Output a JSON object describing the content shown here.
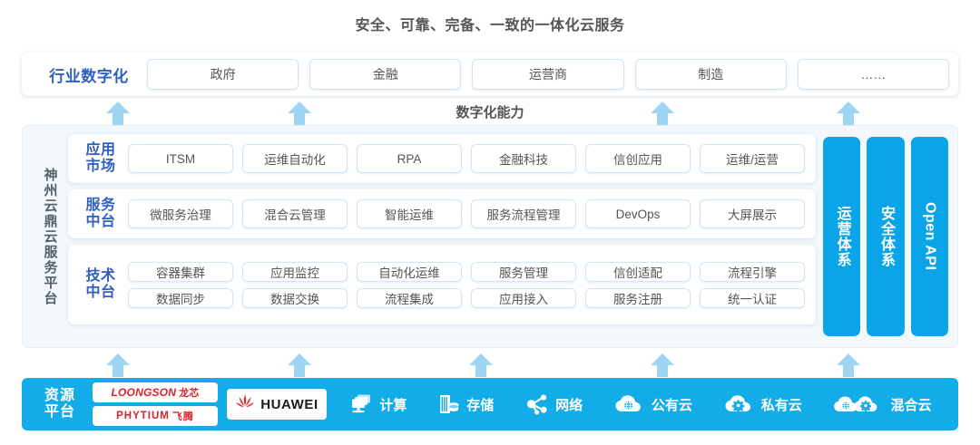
{
  "title": "安全、可靠、完备、一致的一体化云服务",
  "capability_label": "数字化能力",
  "industry": {
    "label": "行业数字化",
    "items": [
      {
        "label": "政府"
      },
      {
        "label": "金融"
      },
      {
        "label": "运营商"
      },
      {
        "label": "制造"
      },
      {
        "label": "……"
      }
    ]
  },
  "platform": {
    "vertical_label": "神州云鼎云服务平台",
    "layers": [
      {
        "title": "应用市场",
        "title_line1": "应用",
        "title_line2": "市场",
        "rows": [
          [
            "ITSM",
            "运维自动化",
            "RPA",
            "金融科技",
            "信创应用",
            "运维/运营"
          ]
        ]
      },
      {
        "title": "服务中台",
        "title_line1": "服务",
        "title_line2": "中台",
        "rows": [
          [
            "微服务治理",
            "混合云管理",
            "智能运维",
            "服务流程管理",
            "DevOps",
            "大屏展示"
          ]
        ]
      },
      {
        "title": "技术中台",
        "title_line1": "技术",
        "title_line2": "中台",
        "rows": [
          [
            "容器集群",
            "应用监控",
            "自动化运维",
            "服务管理",
            "信创适配",
            "流程引擎"
          ],
          [
            "数据同步",
            "数据交换",
            "流程集成",
            "应用接入",
            "服务注册",
            "统一认证"
          ]
        ]
      }
    ],
    "side_bars": [
      {
        "label": "运营体系",
        "latin": false
      },
      {
        "label": "安全体系",
        "latin": false
      },
      {
        "label": "Open API",
        "latin": true
      }
    ]
  },
  "resource": {
    "label_line1": "资源",
    "label_line2": "平台",
    "vendor_logos": [
      {
        "name": "loongson",
        "latin": "LOONGSON",
        "cn": "龙芯"
      },
      {
        "name": "phytium",
        "latin": "PHYTIUM",
        "cn": "飞腾"
      }
    ],
    "huawei": {
      "name": "huawei",
      "text": "HUAWEI"
    },
    "items": [
      {
        "label": "计算",
        "icon": "compute-icon"
      },
      {
        "label": "存储",
        "icon": "storage-icon"
      },
      {
        "label": "网络",
        "icon": "network-icon"
      },
      {
        "label": "公有云",
        "icon": "public-cloud-icon"
      },
      {
        "label": "私有云",
        "icon": "private-cloud-icon"
      },
      {
        "label": "混合云",
        "icon": "hybrid-cloud-icon"
      }
    ]
  },
  "arrows": {
    "top_row_x": [
      130,
      330,
      730,
      935
    ],
    "bottom_row_x": [
      130,
      330,
      530,
      730,
      935
    ]
  },
  "colors": {
    "accent_blue": "#12ade9",
    "bar_blue": "#0aa5e8",
    "arrow_blue": "#9ed5f2",
    "label_blue": "#2f5fc4",
    "chip_border": "#cfe6f5",
    "panel_bg": "#f2f8fc",
    "logo_red": "#d9242a"
  }
}
